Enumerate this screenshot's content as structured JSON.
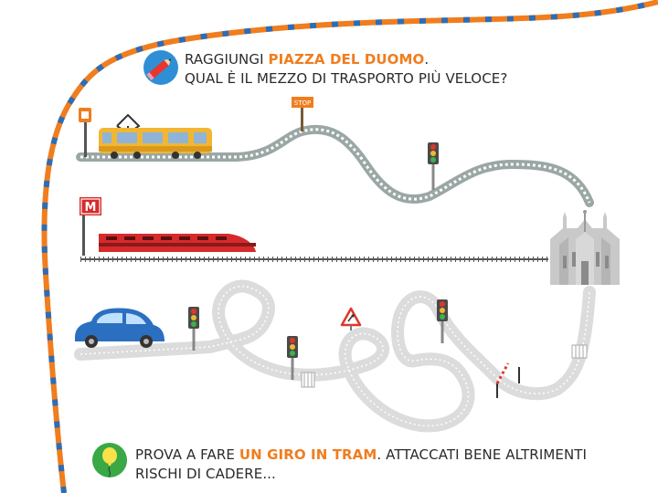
{
  "instructions": {
    "line1_prefix": "RAGGIUNGI ",
    "line1_highlight": "PIAZZA DEL DUOMO",
    "line1_suffix": ".",
    "line2": "QUAL È IL MEZZO DI TRASPORTO PIÙ VELOCE?"
  },
  "tip": {
    "line1_prefix": "PROVA A FARE ",
    "line1_highlight": "UN GIRO IN TRAM",
    "line1_suffix": ". ATTACCATI BENE ALTRIMENTI",
    "line2": "RISCHI DI CADERE..."
  },
  "signs": {
    "stop": "STOP",
    "metro": "M"
  },
  "colors": {
    "accent": "#f07d1e",
    "border_blue": "#2e6db4",
    "tram": "#f2b632",
    "train": "#d72a2a",
    "car": "#2b6fc0"
  },
  "icons": [
    "pencil-icon",
    "balloon-icon",
    "traffic-light-icon",
    "road-works-icon",
    "metro-sign-icon",
    "stop-sign-icon",
    "tram-stop-icon",
    "duomo-icon"
  ]
}
